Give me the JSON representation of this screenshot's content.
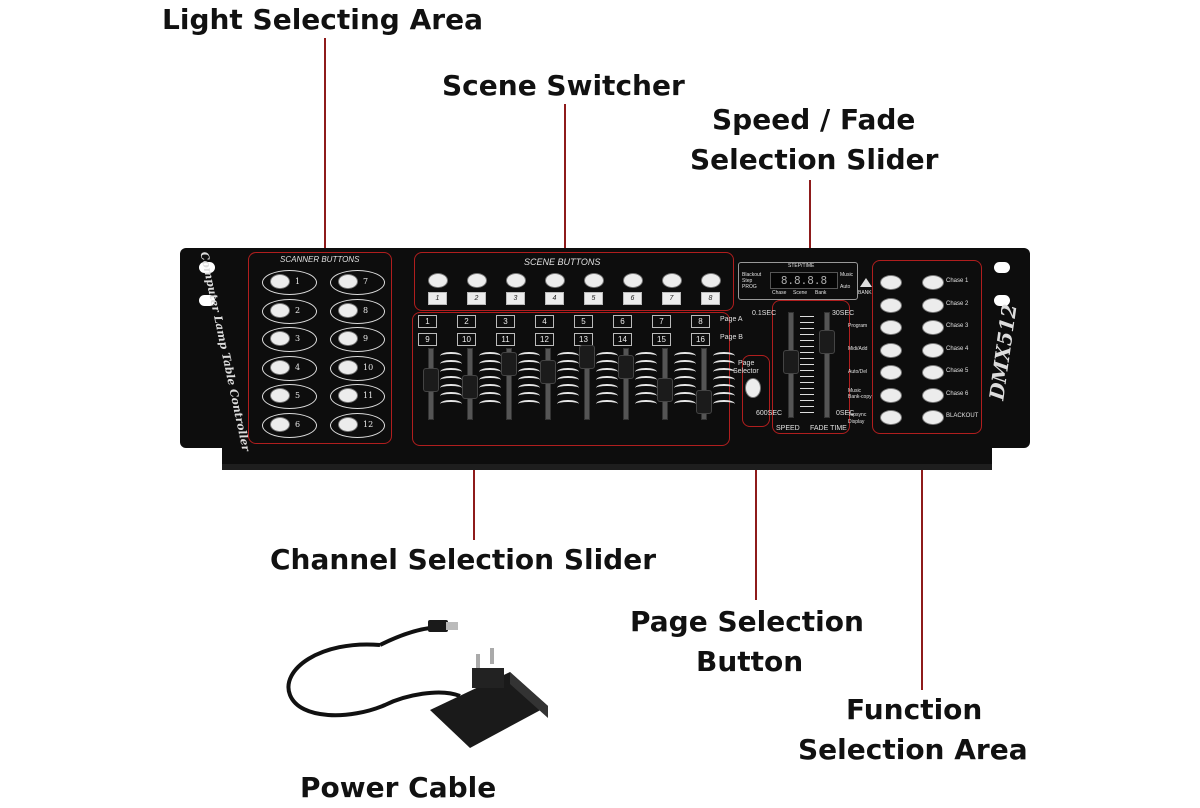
{
  "callouts": {
    "light_selecting": "Light Selecting Area",
    "scene_switcher": "Scene Switcher",
    "speed_fade_1": "Speed / Fade",
    "speed_fade_2": "Selection Slider",
    "channel_slider": "Channel Selection Slider",
    "page_selection_1": "Page Selection",
    "page_selection_2": "Button",
    "function_area_1": "Function",
    "function_area_2": "Selection Area",
    "power_cable": "Power Cable"
  },
  "device": {
    "side_text": "Computer Lamp Table Controller",
    "brand": "DMX512",
    "scanner_title": "SCANNER BUTTONS",
    "scanner_numbers": [
      "1",
      "2",
      "3",
      "4",
      "5",
      "6",
      "7",
      "8",
      "9",
      "10",
      "11",
      "12"
    ],
    "scene_title": "SCENE BUTTONS",
    "scene_numbers": [
      "1",
      "2",
      "3",
      "4",
      "5",
      "6",
      "7",
      "8"
    ],
    "channel_top": [
      "1",
      "2",
      "3",
      "4",
      "5",
      "6",
      "7",
      "8"
    ],
    "channel_bottom": [
      "9",
      "10",
      "11",
      "12",
      "13",
      "14",
      "15",
      "16"
    ],
    "page_a": "Page A",
    "page_b": "Page B",
    "page_selector_1": "Page",
    "page_selector_2": "Selector",
    "time_01": "0.1SEC",
    "time_600": "600SEC",
    "time_30": "30SEC",
    "time_0": "0SEC",
    "speed": "SPEED",
    "fade_time": "FADE TIME",
    "display_top": "STEP/TIME",
    "display_left": [
      "Blackout",
      "Step",
      "PROG"
    ],
    "display_right": [
      "Music",
      "Auto"
    ],
    "display_digits": "8.8.8.8",
    "display_bottom": [
      "Chase",
      "Scene",
      "Bank"
    ],
    "bank": "BANK",
    "function_left": [
      "Program",
      "Midi/Add",
      "Auto/Del",
      "Music",
      "Bank-copy",
      "Tapsync",
      "Display"
    ],
    "function_right": [
      "Chase 1",
      "Chase 2",
      "Chase 3",
      "Chase 4",
      "Chase 5",
      "Chase 6",
      "BLACKOUT"
    ]
  },
  "colors": {
    "accent_line": "#8e1b1b",
    "highlight_box": "#b01e1e",
    "panel": "#0d0d0d"
  }
}
